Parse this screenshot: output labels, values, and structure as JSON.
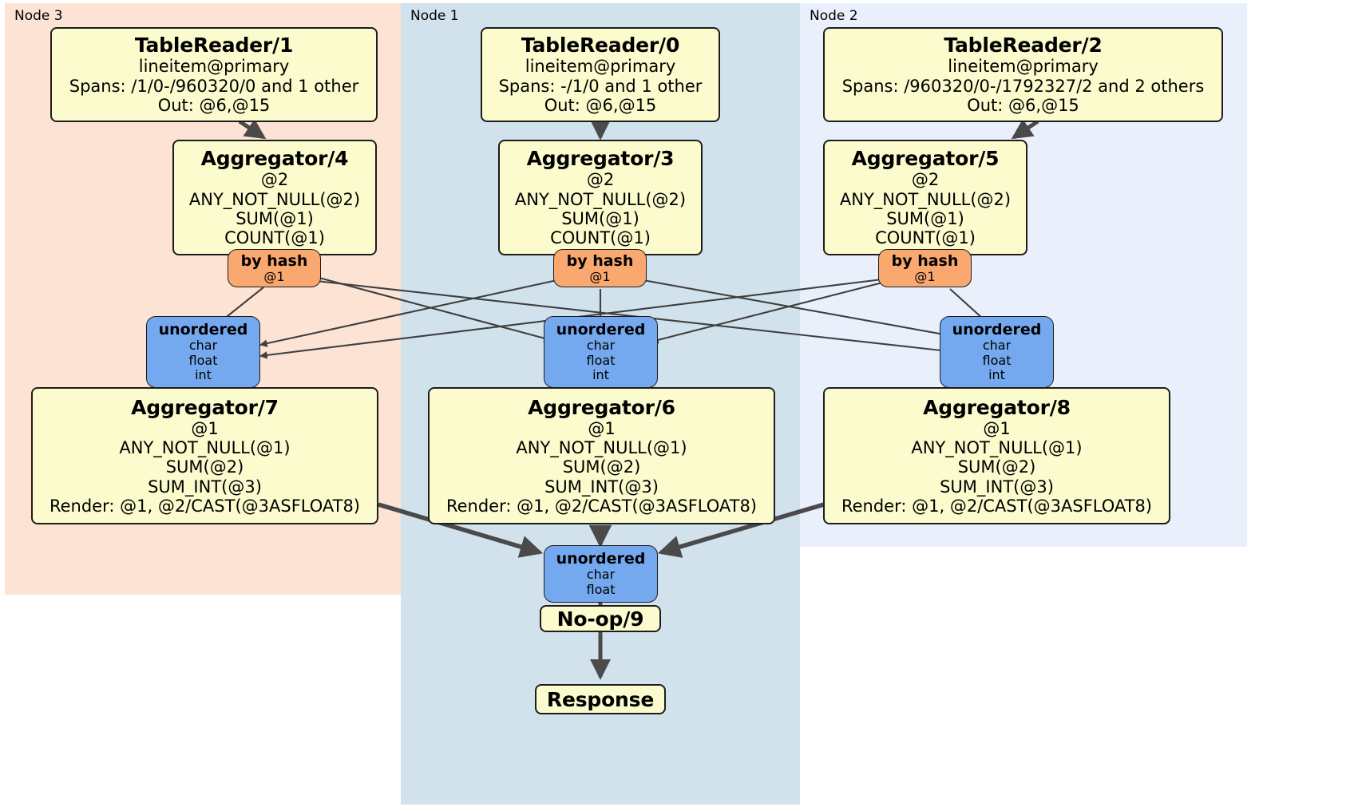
{
  "diagram": {
    "type": "distributed-query-plan",
    "title": "Distributed SQL execution plan",
    "colors": {
      "node3_panel": "#fde3d3",
      "node1_panel": "#d2e2ec",
      "node2_panel": "#eaf0fb",
      "processor_box": "#fbfbcd",
      "hash_router": "#f9a870",
      "unordered_router": "#74a9ef",
      "edge": "#4a4a4a",
      "border": "#1d1d1d"
    }
  },
  "nodes": [
    {
      "id": "node3",
      "label": "Node 3"
    },
    {
      "id": "node1",
      "label": "Node 1"
    },
    {
      "id": "node2",
      "label": "Node 2"
    }
  ],
  "processors": {
    "tablereader_1": {
      "title": "TableReader/1",
      "lines": [
        "lineitem@primary",
        "Spans: /1/0-/960320/0 and 1 other",
        "Out: @6,@15"
      ]
    },
    "tablereader_0": {
      "title": "TableReader/0",
      "lines": [
        "lineitem@primary",
        "Spans: -/1/0 and 1 other",
        "Out: @6,@15"
      ]
    },
    "tablereader_2": {
      "title": "TableReader/2",
      "lines": [
        "lineitem@primary",
        "Spans: /960320/0-/1792327/2 and 2 others",
        "Out: @6,@15"
      ]
    },
    "aggregator_4": {
      "title": "Aggregator/4",
      "lines": [
        "@2",
        "ANY_NOT_NULL(@2)",
        "SUM(@1)",
        "COUNT(@1)"
      ]
    },
    "aggregator_3": {
      "title": "Aggregator/3",
      "lines": [
        "@2",
        "ANY_NOT_NULL(@2)",
        "SUM(@1)",
        "COUNT(@1)"
      ]
    },
    "aggregator_5": {
      "title": "Aggregator/5",
      "lines": [
        "@2",
        "ANY_NOT_NULL(@2)",
        "SUM(@1)",
        "COUNT(@1)"
      ]
    },
    "aggregator_7": {
      "title": "Aggregator/7",
      "lines": [
        "@1",
        "ANY_NOT_NULL(@1)",
        "SUM(@2)",
        "SUM_INT(@3)",
        "Render: @1, @2/CAST(@3ASFLOAT8)"
      ]
    },
    "aggregator_6": {
      "title": "Aggregator/6",
      "lines": [
        "@1",
        "ANY_NOT_NULL(@1)",
        "SUM(@2)",
        "SUM_INT(@3)",
        "Render: @1, @2/CAST(@3ASFLOAT8)"
      ]
    },
    "aggregator_8": {
      "title": "Aggregator/8",
      "lines": [
        "@1",
        "ANY_NOT_NULL(@1)",
        "SUM(@2)",
        "SUM_INT(@3)",
        "Render: @1, @2/CAST(@3ASFLOAT8)"
      ]
    },
    "noop_9": {
      "title": "No-op/9",
      "lines": []
    },
    "response": {
      "title": "Response",
      "lines": []
    }
  },
  "routers": {
    "hash_left": {
      "title": "by hash",
      "lines": [
        "@1"
      ]
    },
    "hash_mid": {
      "title": "by hash",
      "lines": [
        "@1"
      ]
    },
    "hash_right": {
      "title": "by hash",
      "lines": [
        "@1"
      ]
    },
    "unord_left": {
      "title": "unordered",
      "lines": [
        "char",
        "float",
        "int"
      ]
    },
    "unord_mid": {
      "title": "unordered",
      "lines": [
        "char",
        "float",
        "int"
      ]
    },
    "unord_right": {
      "title": "unordered",
      "lines": [
        "char",
        "float",
        "int"
      ]
    },
    "unord_final": {
      "title": "unordered",
      "lines": [
        "char",
        "float"
      ]
    }
  }
}
